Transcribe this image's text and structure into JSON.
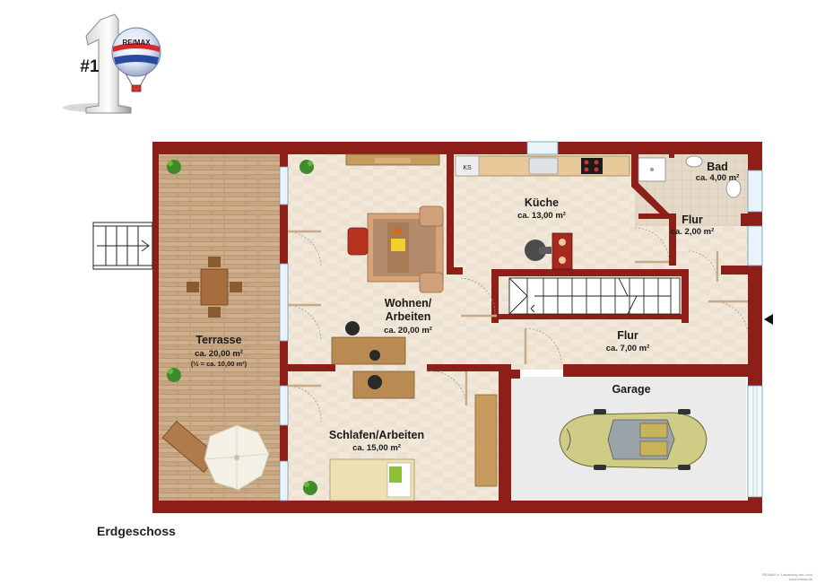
{
  "logo": {
    "number": "#1",
    "brand": "RE/MAX"
  },
  "rooms": {
    "terrasse": {
      "name": "Terrasse",
      "area": "ca. 20,00 m²",
      "note": "(½ = ca. 10,00 m²)"
    },
    "wohnen": {
      "name_line1": "Wohnen/",
      "name_line2": "Arbeiten",
      "area": "ca. 20,00 m²"
    },
    "kueche": {
      "name": "Küche",
      "area": "ca. 13,00 m²"
    },
    "bad": {
      "name": "Bad",
      "area": "ca. 4,00 m²"
    },
    "flur_small": {
      "name": "Flur",
      "area": "ca. 2,00 m²"
    },
    "flur": {
      "name": "Flur",
      "area": "ca. 7,00 m²"
    },
    "garage": {
      "name": "Garage"
    },
    "schlafen": {
      "name": "Schlafen/Arbeiten",
      "area": "ca. 15,00 m²"
    }
  },
  "kitchen_tag": "KS",
  "caption": "Erdgeschoss",
  "footer": {
    "line1": "RE/MAX in Landsberg am Lech",
    "line2": "www.remax.de"
  },
  "colors": {
    "wall": "#8e1e18",
    "floor": "#f0e6d6",
    "deck": "#c9a985",
    "garage_floor": "#eaeaea",
    "tile": "#dfd3c2"
  }
}
